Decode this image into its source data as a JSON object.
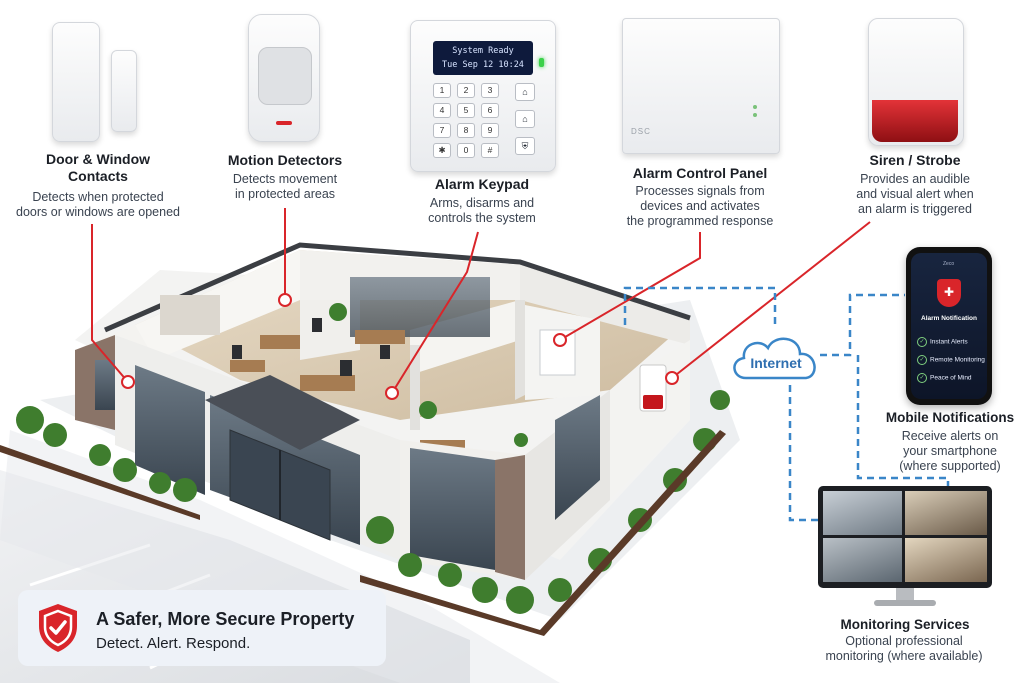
{
  "devices": {
    "door": {
      "title": "Door & Window Contacts",
      "desc_lines": [
        "Detects when protected",
        "doors or windows are opened"
      ]
    },
    "motion": {
      "title": "Motion Detectors",
      "desc_lines": [
        "Detects movement",
        "in protected areas"
      ]
    },
    "keypad": {
      "title": "Alarm Keypad",
      "desc_lines": [
        "Arms, disarms and",
        "controls the system"
      ],
      "screen_lines": [
        "System Ready",
        "Tue Sep 12  10:24"
      ],
      "keys": [
        "1",
        "2",
        "3",
        "4",
        "5",
        "6",
        "7",
        "8",
        "9",
        "✱",
        "0",
        "#"
      ]
    },
    "panel": {
      "title": "Alarm Control Panel",
      "desc_lines": [
        "Processes signals from",
        "devices and activates",
        "the programmed response"
      ],
      "brand": "DSC"
    },
    "siren": {
      "title": "Siren / Strobe",
      "desc_lines": [
        "Provides an audible",
        "and visual alert when",
        "an alarm is triggered"
      ]
    }
  },
  "internet": {
    "label": "Internet"
  },
  "mobile": {
    "title": "Mobile Notifications",
    "desc_lines": [
      "Receive alerts on",
      "your smartphone",
      "(where supported)"
    ],
    "app": {
      "header": "Zeco",
      "screen_title": "Alarm Notification",
      "items": [
        "Instant Alerts",
        "Remote Monitoring",
        "Peace of Mind"
      ]
    }
  },
  "monitoring": {
    "title": "Monitoring Services",
    "desc_lines": [
      "Optional professional",
      "monitoring (where available)"
    ]
  },
  "banner": {
    "title": "A Safer, More Secure Property",
    "subtitle": "Detect. Alert. Respond."
  },
  "colors": {
    "accent_red": "#d9252a",
    "link_blue": "#3a86c8",
    "brick": "#8a7468",
    "grass": "#3f7d2e"
  }
}
